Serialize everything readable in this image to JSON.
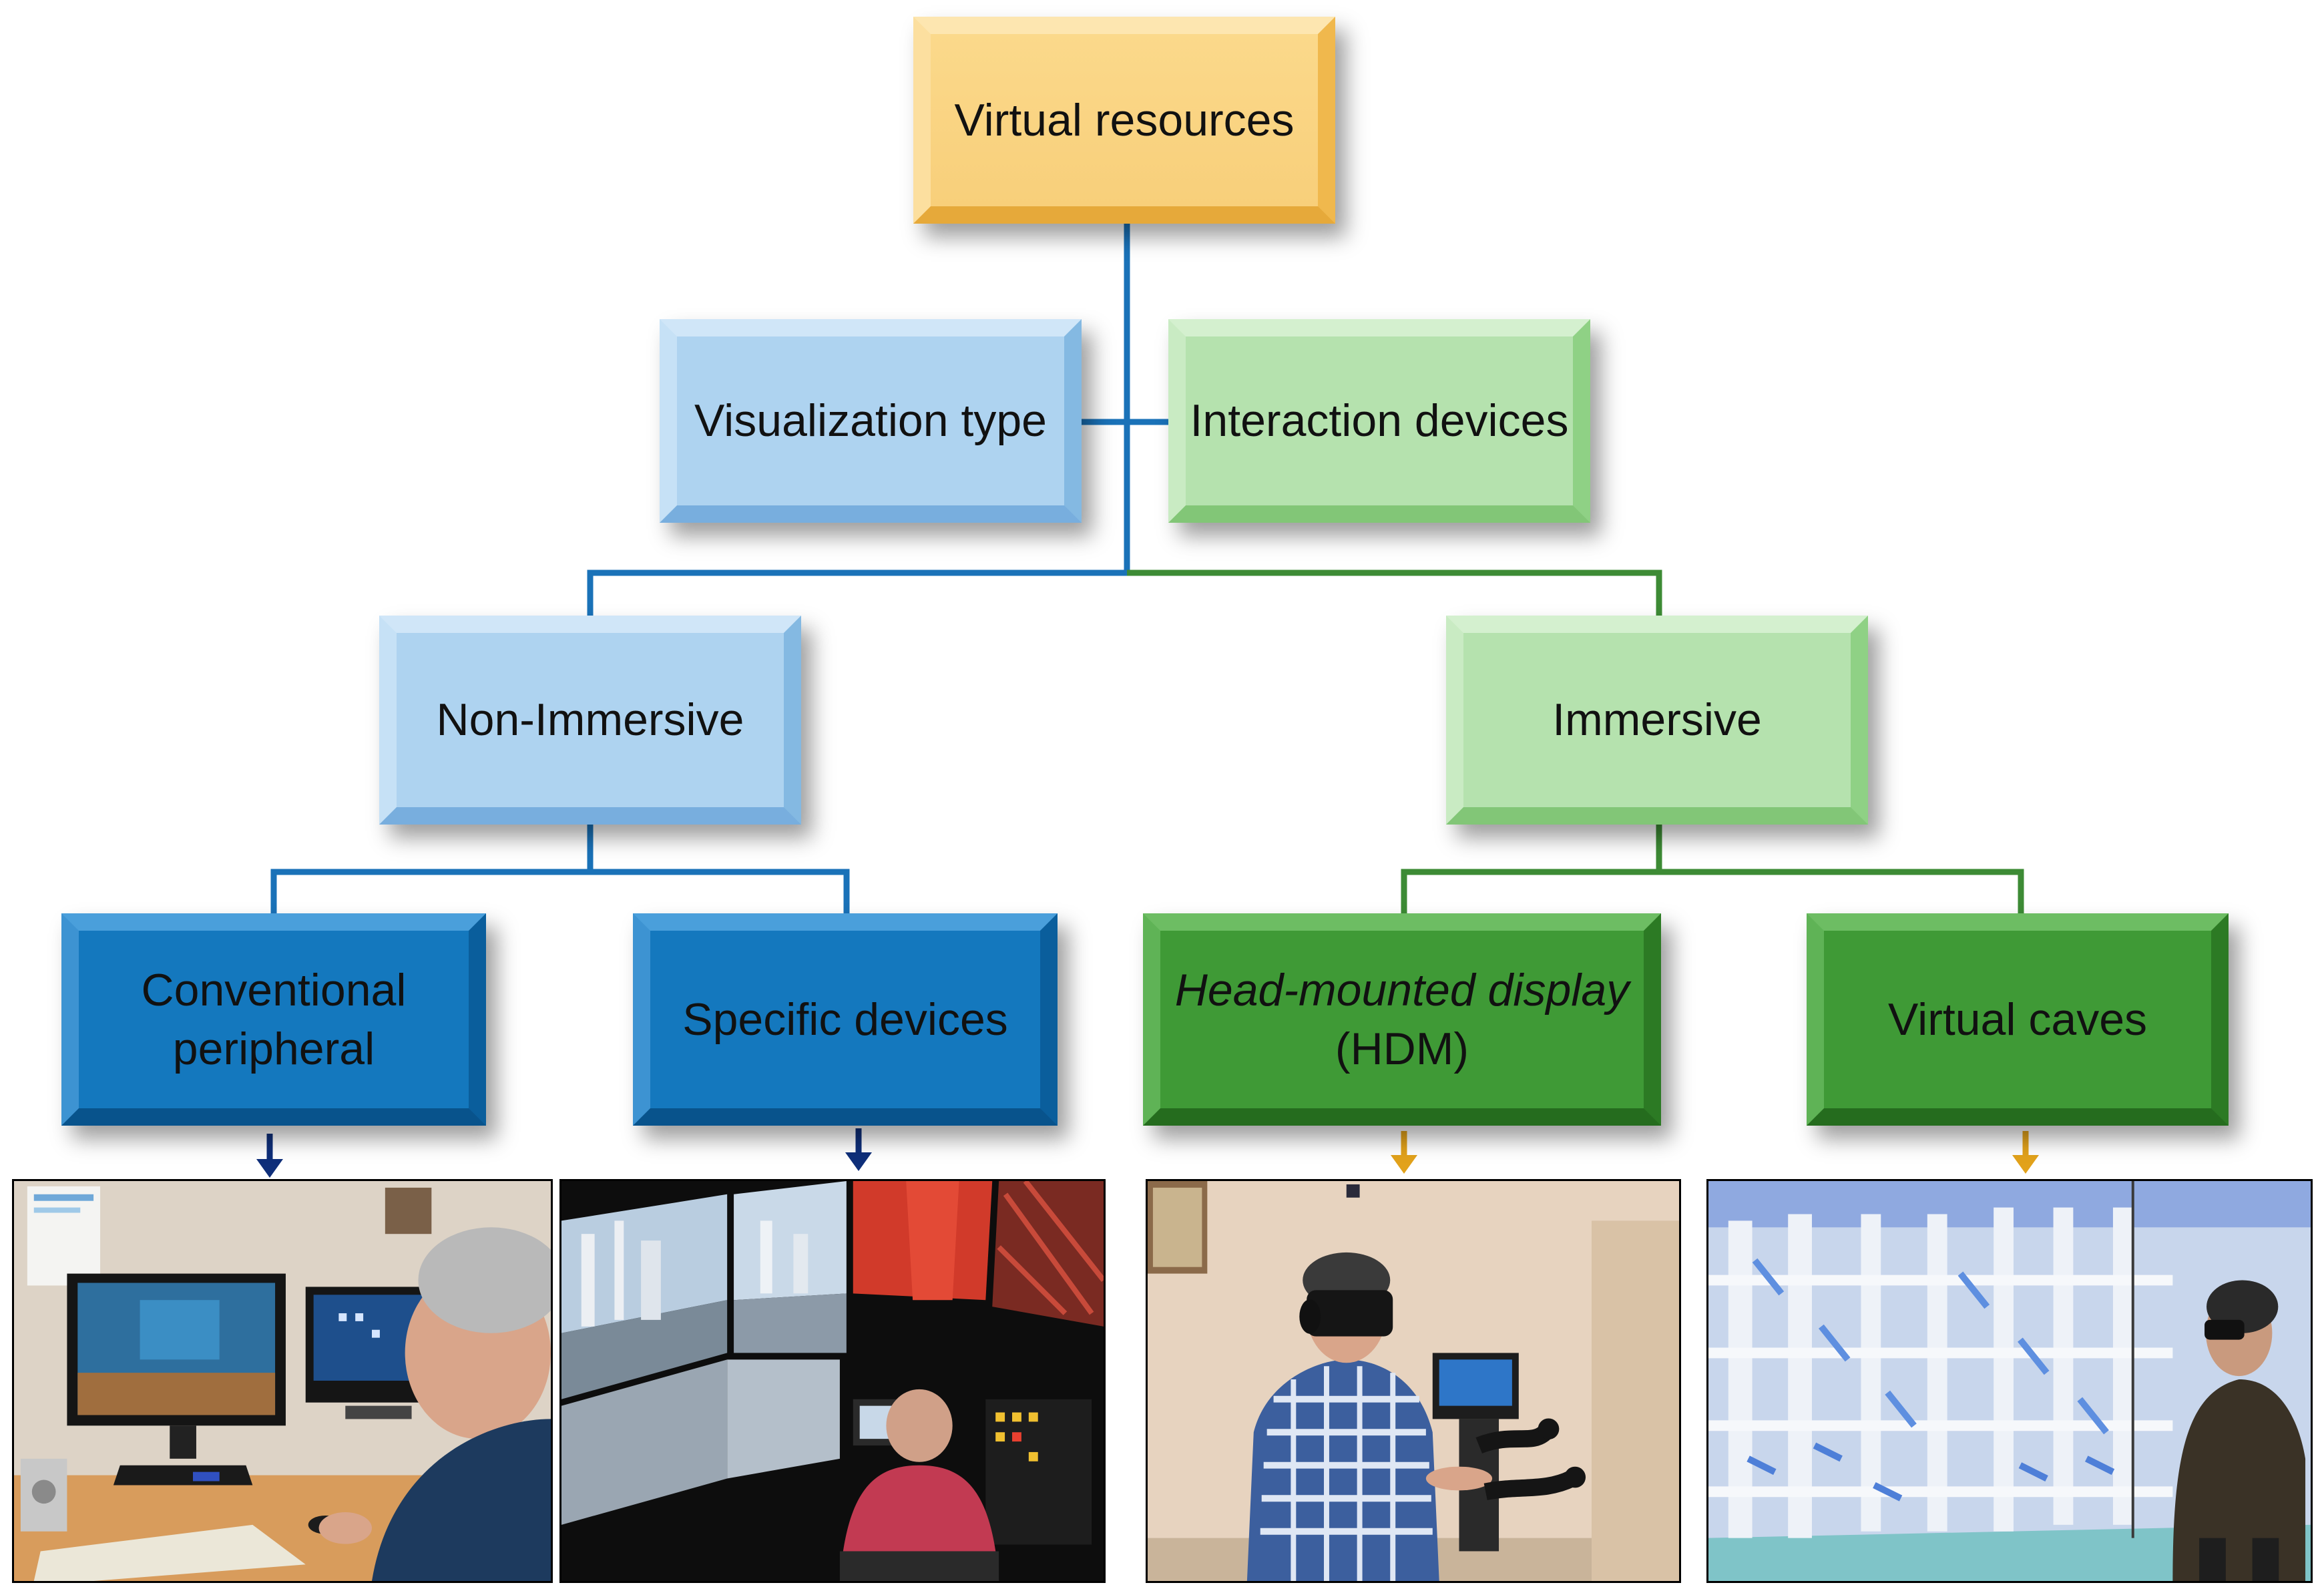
{
  "nodes": {
    "root": {
      "label": "Virtual resources"
    },
    "visualization_type": {
      "label": "Visualization type"
    },
    "interaction_devices": {
      "label": "Interaction devices"
    },
    "non_immersive": {
      "label": "Non-Immersive"
    },
    "immersive": {
      "label": "Immersive"
    },
    "conventional_peripheral": {
      "line1": "Conventional",
      "line2": "peripheral"
    },
    "specific_devices": {
      "label": "Specific devices"
    },
    "head_mounted_display": {
      "line1": "Head-mounted display",
      "line2": "(HDM)"
    },
    "virtual_caves": {
      "label": "Virtual caves"
    }
  },
  "colors": {
    "blue_connector": "#1a72b8",
    "green_connector": "#3d8b35",
    "blue_arrow": "#0f2f7a",
    "gold_arrow": "#e2a21b"
  },
  "photos": [
    {
      "name": "desktop-computer-photo"
    },
    {
      "name": "simulator-cabin-photo"
    },
    {
      "name": "vr-headset-user-photo"
    },
    {
      "name": "virtual-cave-photo"
    }
  ]
}
